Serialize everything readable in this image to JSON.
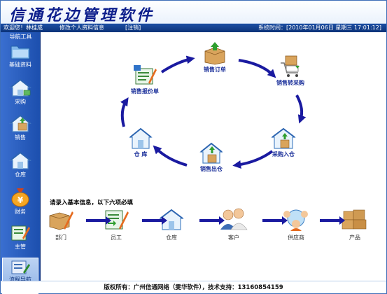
{
  "app": {
    "title": "信通花边管理软件"
  },
  "status": {
    "welcome": "欢迎您！林桂成",
    "edit_profile": "修改个人资料信息",
    "logout": "[注销]",
    "system_time": "系统时间：[2010年01月06日 星期三 17:01:12]"
  },
  "sidebar": {
    "title": "导航工具",
    "items": [
      {
        "label": "基础资料",
        "icon": "folder-icon"
      },
      {
        "label": "采购",
        "icon": "house-icon"
      },
      {
        "label": "销售",
        "icon": "house-box-icon"
      },
      {
        "label": "仓库",
        "icon": "warehouse-icon"
      },
      {
        "label": "财务",
        "icon": "money-bag-icon"
      },
      {
        "label": "主管",
        "icon": "manager-icon"
      },
      {
        "label": "流程导航",
        "icon": "flow-icon"
      }
    ]
  },
  "flow": {
    "nodes": [
      {
        "label": "销售订单"
      },
      {
        "label": "销售转采购"
      },
      {
        "label": "采购入仓"
      },
      {
        "label": "销售出仓"
      },
      {
        "label": "仓  库"
      },
      {
        "label": "销售报价单"
      }
    ]
  },
  "setup": {
    "instruction": "请录入基本信息，以下六项必填",
    "steps": [
      {
        "label": "部门"
      },
      {
        "label": "员工"
      },
      {
        "label": "仓库"
      },
      {
        "label": "客户"
      },
      {
        "label": "供应商"
      },
      {
        "label": "产品"
      }
    ]
  },
  "footer": {
    "text": "版权所有：广州信通网络（雯华软件），技术支持：13160854159"
  },
  "colors": {
    "sidebar": "#2a5fc4",
    "statusbar": "#1a4699",
    "title": "#0d1f8c",
    "flow_arrow": "#1a1aa0"
  }
}
